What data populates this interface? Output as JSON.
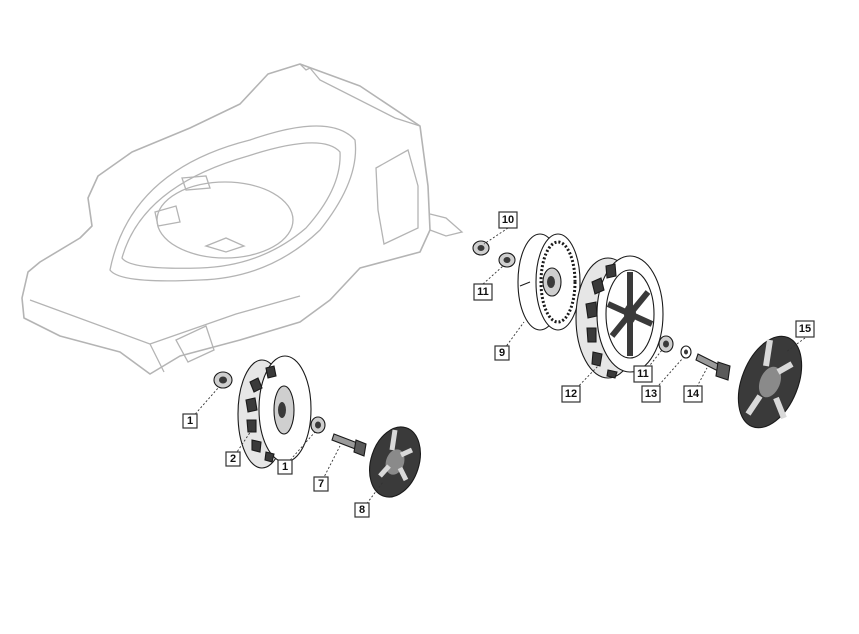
{
  "colors": {
    "part_dark": "#3a3a3a",
    "part_mid": "#6b6b6b",
    "part_light": "#d9d9d9",
    "deck_outline": "#b4b4b4"
  },
  "callouts": {
    "c1a": "1",
    "c1b": "1",
    "c2": "2",
    "c7": "7",
    "c8": "8",
    "c9": "9",
    "c10": "10",
    "c11a": "11",
    "c11b": "11",
    "c12": "12",
    "c13": "13",
    "c14": "14",
    "c15": "15"
  }
}
